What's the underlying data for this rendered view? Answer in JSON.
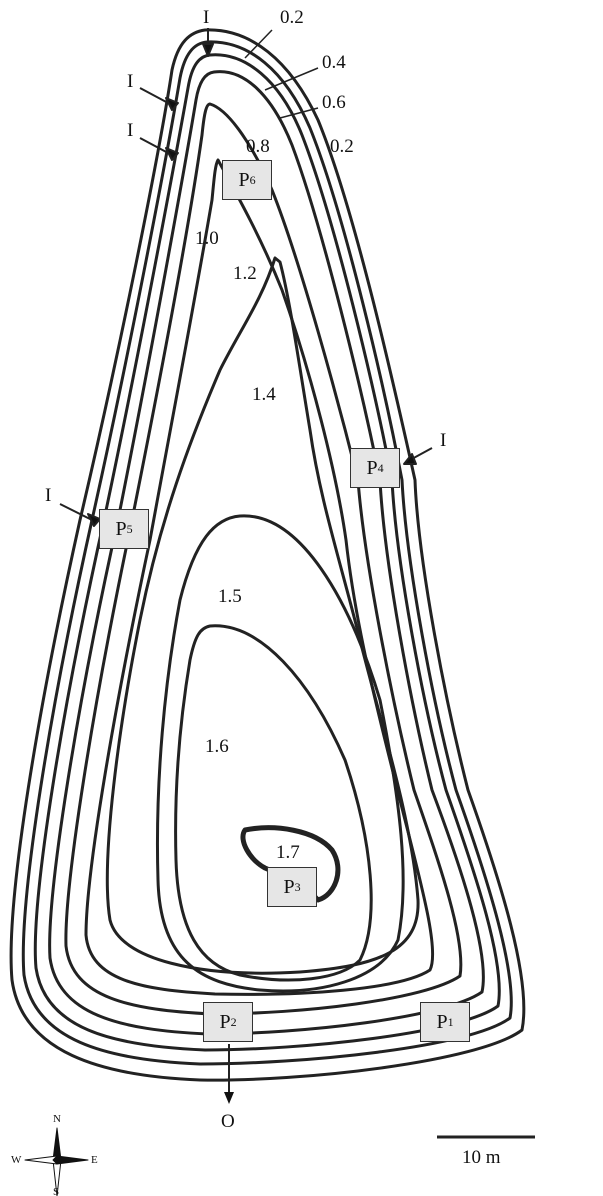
{
  "contour_labels": [
    "0.2",
    "0.4",
    "0.6",
    "0.8",
    "0.2",
    "1.0",
    "1.2",
    "1.4",
    "1.5",
    "1.6",
    "1.7"
  ],
  "points": [
    {
      "letter": "P",
      "sub": "6"
    },
    {
      "letter": "P",
      "sub": "4"
    },
    {
      "letter": "P",
      "sub": "5"
    },
    {
      "letter": "P",
      "sub": "3"
    },
    {
      "letter": "P",
      "sub": "2"
    },
    {
      "letter": "P",
      "sub": "1"
    }
  ],
  "inflow_label": "I",
  "outflow_label": "O",
  "scale_label": "10 m",
  "compass": {
    "n": "N",
    "s": "S",
    "e": "E",
    "w": "W"
  }
}
